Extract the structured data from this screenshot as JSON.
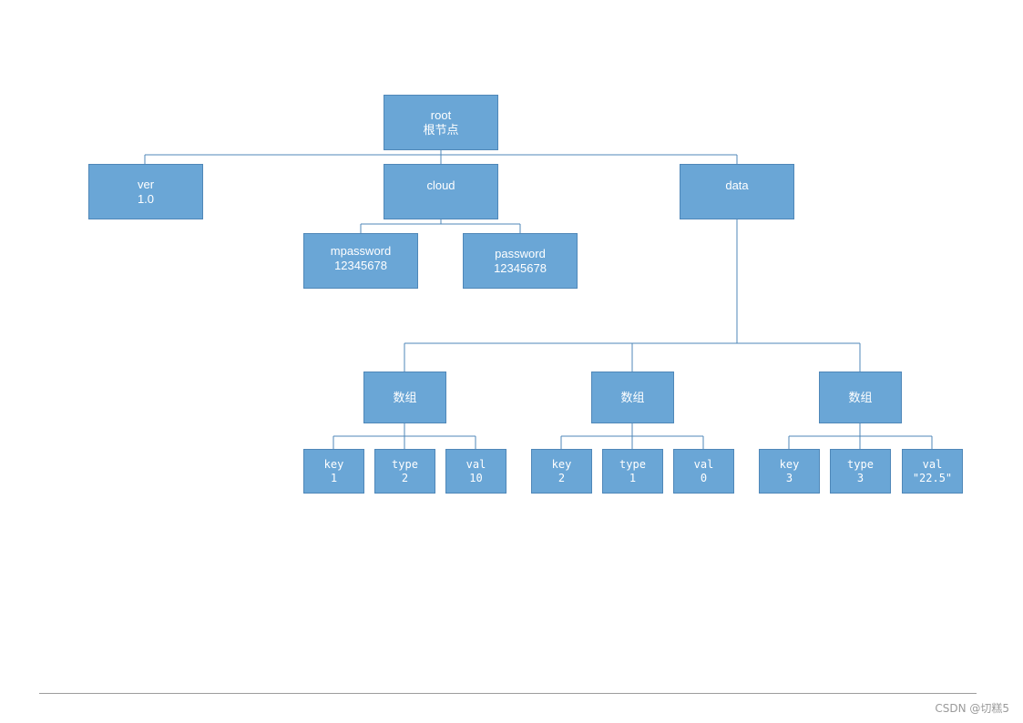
{
  "nodes": {
    "root": {
      "line1": "root",
      "line2": "根节点"
    },
    "ver": {
      "line1": "ver",
      "line2": "1.0"
    },
    "cloud": {
      "line1": "cloud"
    },
    "data": {
      "line1": "data"
    },
    "mpassword": {
      "line1": "mpassword",
      "line2": "12345678"
    },
    "password": {
      "line1": "password",
      "line2": "12345678"
    },
    "arrays": [
      {
        "label": "数组",
        "key": {
          "name": "key",
          "value": "1"
        },
        "type": {
          "name": "type",
          "value": "2"
        },
        "val": {
          "name": "val",
          "value": "10"
        }
      },
      {
        "label": "数组",
        "key": {
          "name": "key",
          "value": "2"
        },
        "type": {
          "name": "type",
          "value": "1"
        },
        "val": {
          "name": "val",
          "value": "0"
        }
      },
      {
        "label": "数组",
        "key": {
          "name": "key",
          "value": "3"
        },
        "type": {
          "name": "type",
          "value": "3"
        },
        "val": {
          "name": "val",
          "value": "\"22.5\""
        }
      }
    ]
  },
  "colors": {
    "node_fill": "#6aa6d6",
    "node_border": "#4f87b8",
    "connector": "#4f87b8",
    "text": "#ffffff"
  },
  "watermark": "CSDN @切糕5"
}
